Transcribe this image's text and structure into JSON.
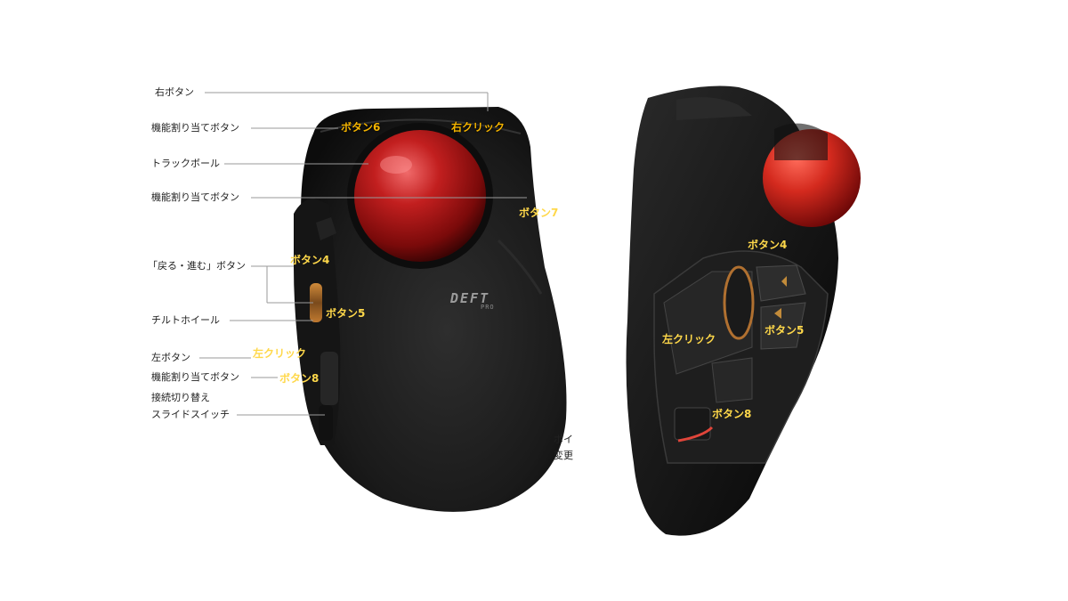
{
  "left_callouts": {
    "right_button": "右ボタン",
    "assign_button_top": "機能割り当てボタン",
    "trackball": "トラックボール",
    "assign_button_mid": "機能割り当てボタン",
    "back_forward_button": "「戻る・進む」ボタン",
    "tilt_wheel": "チルトホイール",
    "left_button": "左ボタン",
    "assign_button_low": "機能割り当てボタン",
    "connection_switch_line1": "接続切り替え",
    "connection_switch_line2": "スライドスイッチ"
  },
  "left_overlay_labels": {
    "button6": "ボタン6",
    "right_click": "右クリック",
    "button7": "ボタン7",
    "button4": "ボタン4",
    "button5": "ボタン5",
    "left_click": "左クリック",
    "button8": "ボタン8"
  },
  "logo": {
    "main": "DEFT",
    "sub": "PRO"
  },
  "truncated_text": {
    "line1": "ポイ",
    "line2": "変更"
  },
  "right_overlay_labels": {
    "button4": "ボタン4",
    "button5": "ボタン5",
    "left_click": "左クリック",
    "button8": "ボタン8"
  },
  "colors": {
    "body": "#1c1c1c",
    "ball": "#b01818",
    "label_yellow": "#f4b400",
    "leader_line": "#9a9a9a",
    "accent_red": "#e0453a"
  }
}
